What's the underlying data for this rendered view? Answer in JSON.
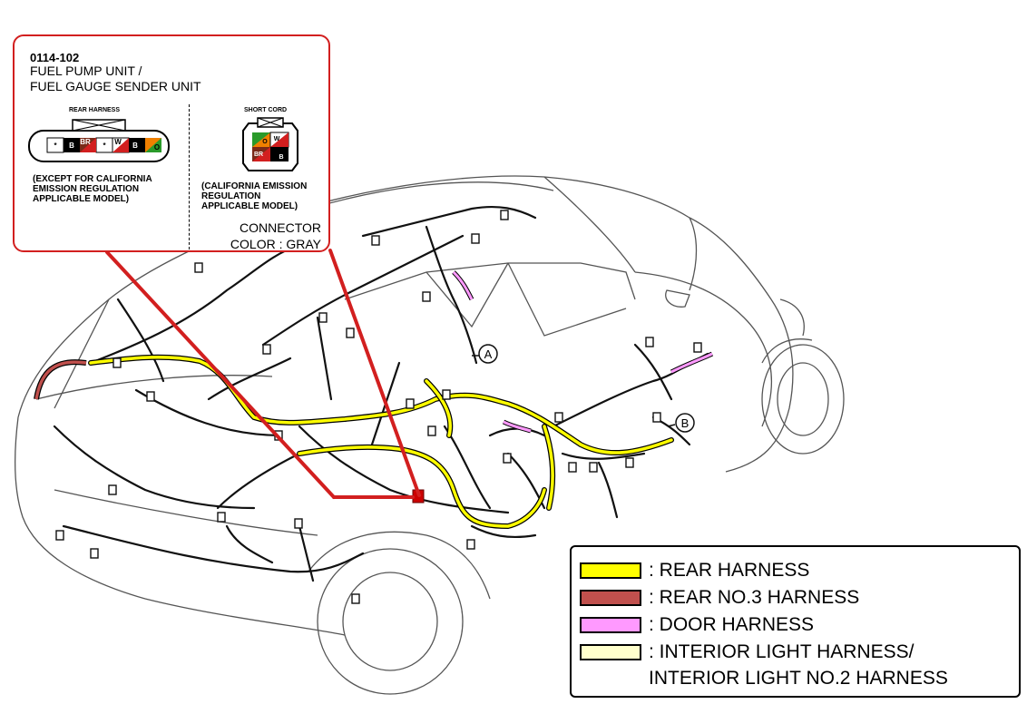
{
  "callout": {
    "code": "0114-102",
    "name_line1": "FUEL PUMP UNIT /",
    "name_line2": "FUEL GAUGE SENDER UNIT",
    "left": {
      "title": "REAR HARNESS",
      "pins": [
        "*",
        "B",
        "BR",
        "*",
        "W",
        "B",
        "O"
      ],
      "note": [
        "(EXCEPT FOR CALIFORNIA",
        "EMISSION REGULATION",
        "APPLICABLE MODEL)"
      ]
    },
    "right": {
      "title": "SHORT CORD",
      "pins": [
        "O",
        "W",
        "BR",
        "B"
      ],
      "note": [
        "(CALIFORNIA EMISSION",
        "REGULATION",
        "APPLICABLE MODEL)"
      ]
    },
    "connector_label": "CONNECTOR",
    "color_label": "COLOR : GRAY"
  },
  "markers": {
    "a": "A",
    "b": "B"
  },
  "legend": {
    "items": [
      {
        "label": ": REAR HARNESS",
        "color": "#ffff00"
      },
      {
        "label": ": REAR NO.3 HARNESS",
        "color": "#c0504d"
      },
      {
        "label": ": DOOR HARNESS",
        "color": "#ff99ff"
      },
      {
        "label": ": INTERIOR LIGHT HARNESS/",
        "color": "#ffffcc"
      }
    ],
    "continuation": "INTERIOR LIGHT NO.2 HARNESS"
  },
  "colors": {
    "callout_border": "#d21f1f",
    "pointer_lines": "#d21f1f",
    "rear_harness": "#ffff00",
    "rear_no3_harness": "#c0504d",
    "door_harness": "#ff99ff",
    "interior_light_harness": "#ffffcc",
    "wire": "#000000",
    "vehicle_outline": "#555555"
  }
}
